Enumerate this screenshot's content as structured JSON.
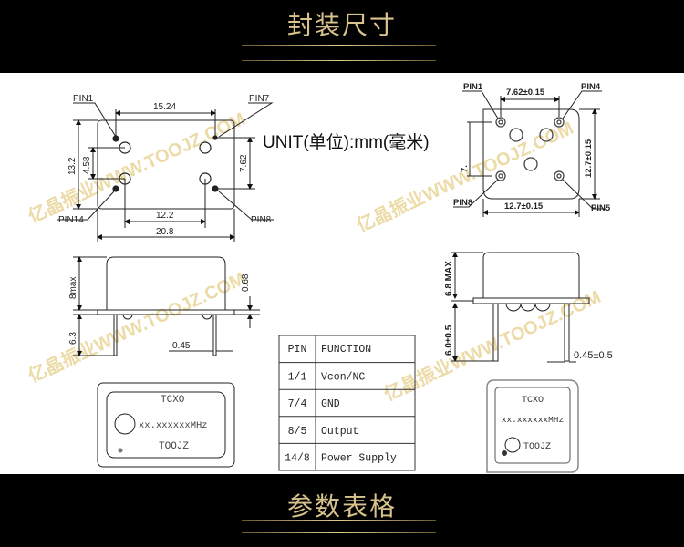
{
  "header": {
    "title": "封装尺寸"
  },
  "footer": {
    "title": "参数表格"
  },
  "unit_label": "UNIT(单位):mm(毫米)",
  "watermark": "亿晶振业WWW.TOOJZ.COM",
  "left_top_view": {
    "pin1": "PIN1",
    "pin7": "PIN7",
    "pin14": "PIN14",
    "pin8": "PIN8",
    "dim_pin_span": "15.24",
    "dim_height": "13.2",
    "dim_inner": "4.58",
    "dim_right": "7.62",
    "dim_hole_span": "12.2",
    "dim_width": "20.8"
  },
  "left_side_view": {
    "dim_body": "8max",
    "dim_pin": "6.3",
    "dim_base": "0.68",
    "dim_pin_w": "0.45"
  },
  "left_marking": {
    "line1": "TCXO",
    "line2": "xx.xxxxxxMHz",
    "line3": "TOOJZ"
  },
  "right_top_view": {
    "pin1": "PIN1",
    "pin4": "PIN4",
    "pin8": "PIN8",
    "pin5": "PIN5",
    "dim_pin_span": "7.62±0.15",
    "dim_height": "12.7±0.15",
    "dim_width": "12.7±0.15",
    "dim_left": "7."
  },
  "right_side_view": {
    "dim_body": "6.8 MAX",
    "dim_pin": "6.0±0.5",
    "dim_pin_w": "0.45±0.5"
  },
  "right_marking": {
    "line1": "TCXO",
    "line2": "xx.xxxxxxMHz",
    "line3": "TOOJZ"
  },
  "pin_table": {
    "headers": [
      "PIN",
      "FUNCTION"
    ],
    "rows": [
      [
        "1/1",
        "Vcon/NC"
      ],
      [
        "7/4",
        "GND"
      ],
      [
        "8/5",
        "Output"
      ],
      [
        "14/8",
        "Power Supply"
      ]
    ]
  }
}
